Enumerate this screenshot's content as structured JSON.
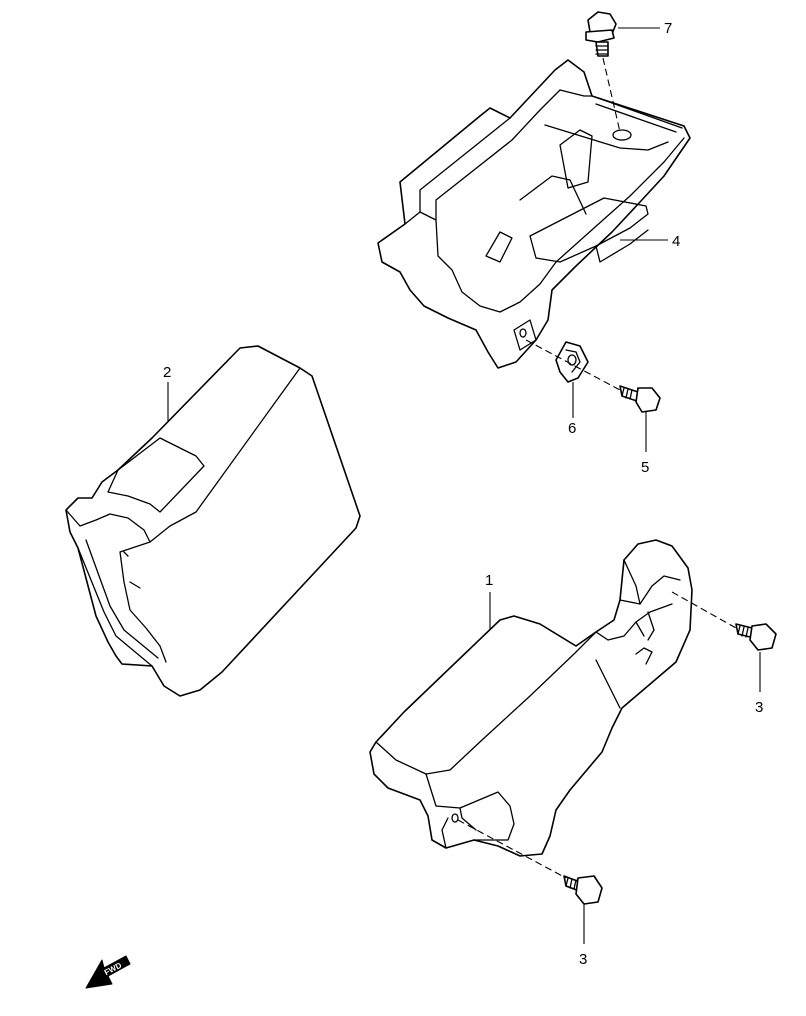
{
  "callouts": [
    {
      "id": "c7",
      "label": "7"
    },
    {
      "id": "c4",
      "label": "4"
    },
    {
      "id": "c6",
      "label": "6"
    },
    {
      "id": "c5",
      "label": "5"
    },
    {
      "id": "c2",
      "label": "2"
    },
    {
      "id": "c1",
      "label": "1"
    },
    {
      "id": "c3a",
      "label": "3"
    },
    {
      "id": "c3b",
      "label": "3"
    }
  ],
  "fwd_arrow": {
    "label": "FWD"
  },
  "colors": {
    "line": "#000000",
    "background": "#ffffff"
  }
}
